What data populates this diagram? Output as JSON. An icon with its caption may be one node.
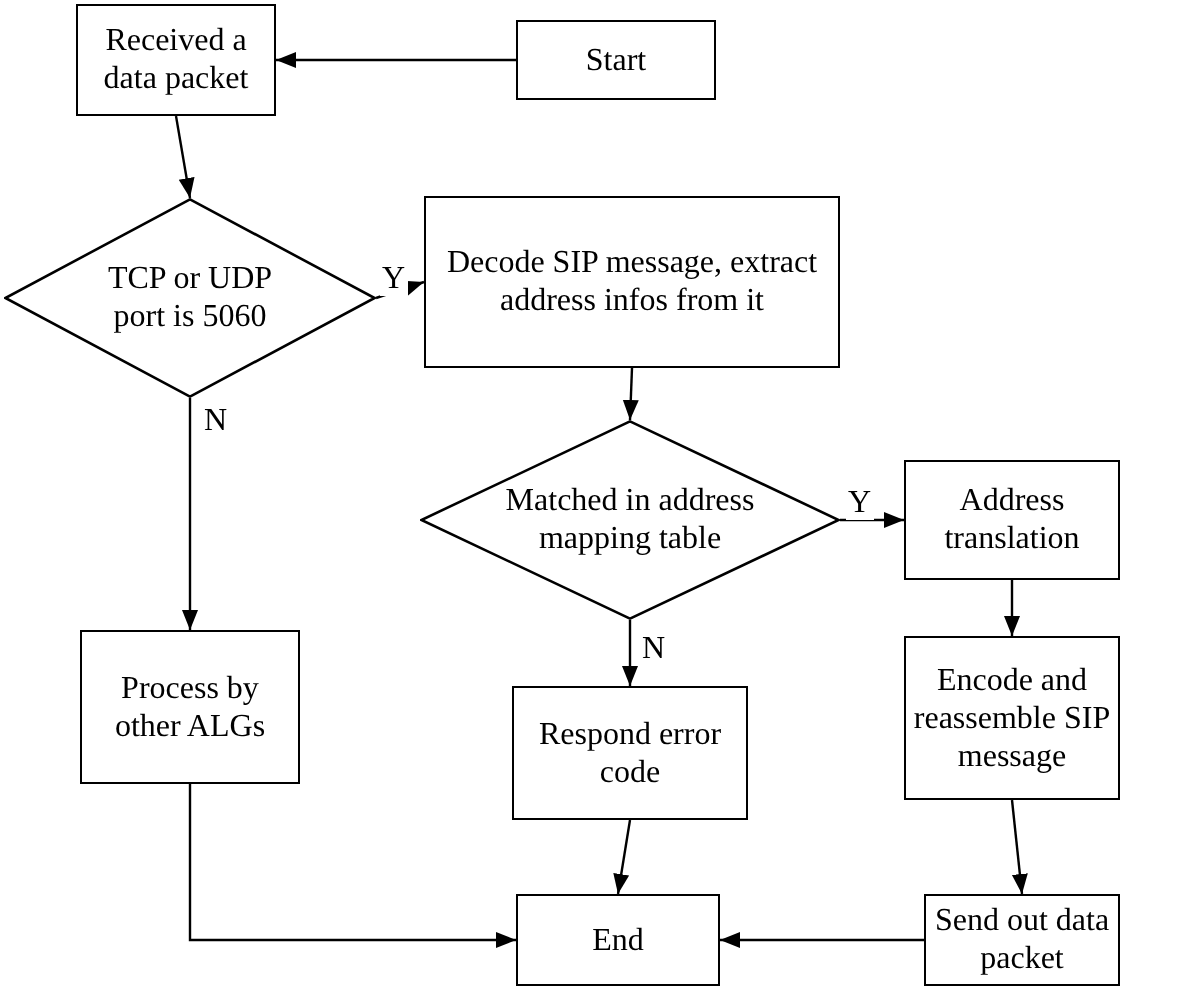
{
  "diagram": {
    "nodes": [
      {
        "text": [
          "Received a data packet"
        ]
      },
      {
        "text": [
          "Start"
        ]
      },
      {
        "text": [
          "TCP or UDP port is 5060"
        ]
      },
      {
        "text": [
          "Decode SIP message, extract address infos from it"
        ]
      },
      {
        "text": [
          "Matched in address mapping table"
        ]
      },
      {
        "text": [
          "Address translation"
        ]
      },
      {
        "text": [
          "Process by other ALGs"
        ]
      },
      {
        "text": [
          "Respond error code"
        ]
      },
      {
        "text": [
          "Encode and reassemble SIP message"
        ]
      },
      {
        "text": [
          "End"
        ]
      },
      {
        "text": [
          "Send out data packet"
        ]
      }
    ],
    "edges": [
      {
        "from": 1,
        "to": 0,
        "arrow": "to"
      },
      {
        "from": 0,
        "to": 2,
        "arrow": "to"
      },
      {
        "from": 2,
        "to": 3,
        "arrow": "to",
        "label": "Y"
      },
      {
        "from": 3,
        "to": 4,
        "arrow": "to"
      },
      {
        "from": 4,
        "to": 5,
        "arrow": "to",
        "label": "Y"
      },
      {
        "from": 2,
        "to": 6,
        "arrow": "to",
        "label": "N"
      },
      {
        "from": 4,
        "to": 7,
        "arrow": "to",
        "label": "N"
      },
      {
        "from": 5,
        "to": 8,
        "arrow": "to"
      },
      {
        "from": 8,
        "to": 10,
        "arrow": "to"
      },
      {
        "from": 6,
        "to": 9,
        "arrow": "to"
      },
      {
        "from": 7,
        "to": 9,
        "arrow": "to"
      },
      {
        "from": 10,
        "to": 9,
        "arrow": "to"
      }
    ]
  }
}
